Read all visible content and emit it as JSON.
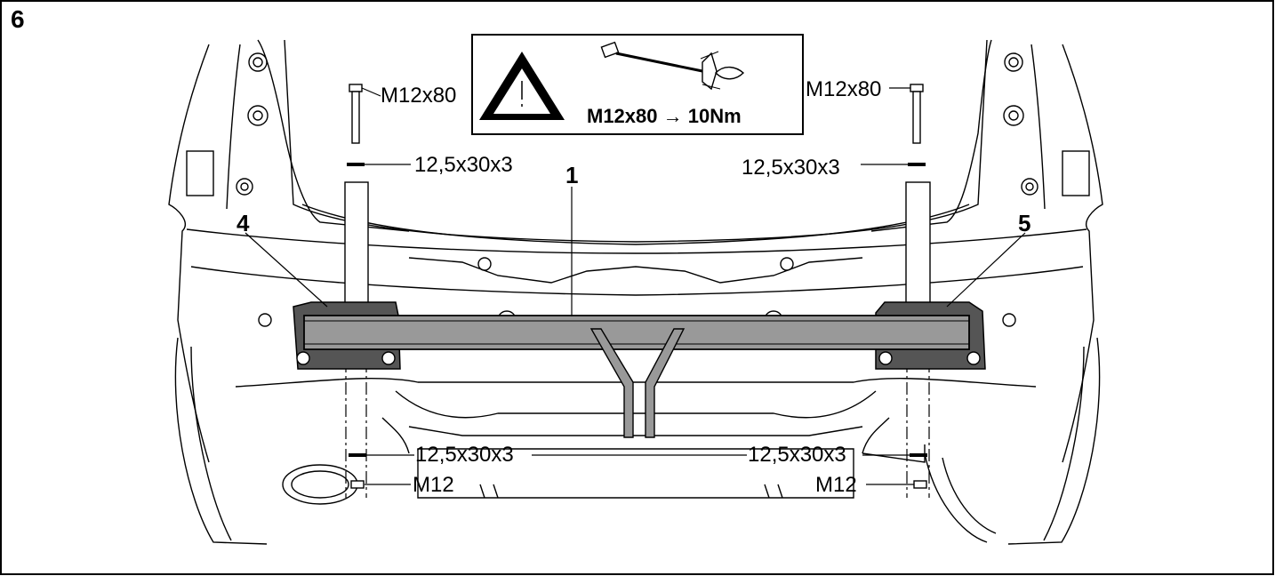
{
  "figure": {
    "step_number": "6",
    "callouts": {
      "crossbar": "1",
      "left_bracket": "4",
      "right_bracket": "5"
    },
    "warning_box": {
      "torque_spec": "M12x80 → 10Nm",
      "icon": "warning-triangle-icon",
      "tool_icon": "torque-wrench-icon"
    },
    "fasteners": {
      "bolt_left": "M12x80",
      "bolt_right": "M12x80",
      "washer_top_left": "12,5x30x3",
      "washer_top_right": "12,5x30x3",
      "washer_bottom_left": "12,5x30x3",
      "washer_bottom_right": "12,5x30x3",
      "nut_left": "M12",
      "nut_right": "M12"
    },
    "colors": {
      "line": "#000000",
      "bar_fill": "#999999",
      "bracket_fill": "#555555",
      "background": "#ffffff"
    }
  }
}
